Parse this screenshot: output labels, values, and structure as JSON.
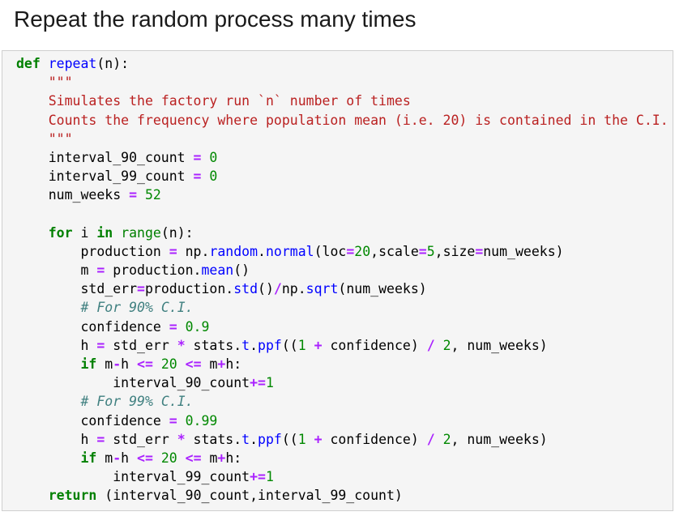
{
  "title": "Repeat the random process many times",
  "palette": {
    "title-color": "#1a1a1a",
    "block-bg": "#f5f5f5",
    "border-color": "#cfcfcf",
    "kw": "#008000",
    "bi": "#008000",
    "fn": "#0000ff",
    "str": "#ba2121",
    "com": "#408080",
    "num": "#008800",
    "op": "#aa22ff",
    "pl": "#000000"
  },
  "code": {
    "language": "python",
    "lines": [
      [
        {
          "c": "kw",
          "t": "def"
        },
        {
          "c": "pl",
          "t": " "
        },
        {
          "c": "fn",
          "t": "repeat"
        },
        {
          "c": "pl",
          "t": "(n):"
        }
      ],
      [
        {
          "c": "pl",
          "t": "    "
        },
        {
          "c": "str",
          "t": "\"\"\""
        }
      ],
      [
        {
          "c": "pl",
          "t": "    "
        },
        {
          "c": "str",
          "t": "Simulates the factory run `n` number of times"
        }
      ],
      [
        {
          "c": "pl",
          "t": "    "
        },
        {
          "c": "str",
          "t": "Counts the frequency where population mean (i.e. 20) is contained in the C.I."
        }
      ],
      [
        {
          "c": "pl",
          "t": "    "
        },
        {
          "c": "str",
          "t": "\"\"\""
        }
      ],
      [
        {
          "c": "pl",
          "t": "    interval_90_count "
        },
        {
          "c": "op",
          "t": "="
        },
        {
          "c": "pl",
          "t": " "
        },
        {
          "c": "num",
          "t": "0"
        }
      ],
      [
        {
          "c": "pl",
          "t": "    interval_99_count "
        },
        {
          "c": "op",
          "t": "="
        },
        {
          "c": "pl",
          "t": " "
        },
        {
          "c": "num",
          "t": "0"
        }
      ],
      [
        {
          "c": "pl",
          "t": "    num_weeks "
        },
        {
          "c": "op",
          "t": "="
        },
        {
          "c": "pl",
          "t": " "
        },
        {
          "c": "num",
          "t": "52"
        }
      ],
      [],
      [
        {
          "c": "pl",
          "t": "    "
        },
        {
          "c": "kw",
          "t": "for"
        },
        {
          "c": "pl",
          "t": " i "
        },
        {
          "c": "kw",
          "t": "in"
        },
        {
          "c": "pl",
          "t": " "
        },
        {
          "c": "bi",
          "t": "range"
        },
        {
          "c": "pl",
          "t": "(n):"
        }
      ],
      [
        {
          "c": "pl",
          "t": "        production "
        },
        {
          "c": "op",
          "t": "="
        },
        {
          "c": "pl",
          "t": " np."
        },
        {
          "c": "fn",
          "t": "random"
        },
        {
          "c": "pl",
          "t": "."
        },
        {
          "c": "fn",
          "t": "normal"
        },
        {
          "c": "pl",
          "t": "(loc"
        },
        {
          "c": "op",
          "t": "="
        },
        {
          "c": "num",
          "t": "20"
        },
        {
          "c": "pl",
          "t": ",scale"
        },
        {
          "c": "op",
          "t": "="
        },
        {
          "c": "num",
          "t": "5"
        },
        {
          "c": "pl",
          "t": ",size"
        },
        {
          "c": "op",
          "t": "="
        },
        {
          "c": "pl",
          "t": "num_weeks)"
        }
      ],
      [
        {
          "c": "pl",
          "t": "        m "
        },
        {
          "c": "op",
          "t": "="
        },
        {
          "c": "pl",
          "t": " production."
        },
        {
          "c": "fn",
          "t": "mean"
        },
        {
          "c": "pl",
          "t": "()"
        }
      ],
      [
        {
          "c": "pl",
          "t": "        std_err"
        },
        {
          "c": "op",
          "t": "="
        },
        {
          "c": "pl",
          "t": "production."
        },
        {
          "c": "fn",
          "t": "std"
        },
        {
          "c": "pl",
          "t": "()"
        },
        {
          "c": "op",
          "t": "/"
        },
        {
          "c": "pl",
          "t": "np."
        },
        {
          "c": "fn",
          "t": "sqrt"
        },
        {
          "c": "pl",
          "t": "(num_weeks)"
        }
      ],
      [
        {
          "c": "pl",
          "t": "        "
        },
        {
          "c": "com",
          "t": "# For 90% C.I."
        }
      ],
      [
        {
          "c": "pl",
          "t": "        confidence "
        },
        {
          "c": "op",
          "t": "="
        },
        {
          "c": "pl",
          "t": " "
        },
        {
          "c": "num",
          "t": "0.9"
        }
      ],
      [
        {
          "c": "pl",
          "t": "        h "
        },
        {
          "c": "op",
          "t": "="
        },
        {
          "c": "pl",
          "t": " std_err "
        },
        {
          "c": "op",
          "t": "*"
        },
        {
          "c": "pl",
          "t": " stats."
        },
        {
          "c": "fn",
          "t": "t"
        },
        {
          "c": "pl",
          "t": "."
        },
        {
          "c": "fn",
          "t": "ppf"
        },
        {
          "c": "pl",
          "t": "(("
        },
        {
          "c": "num",
          "t": "1"
        },
        {
          "c": "pl",
          "t": " "
        },
        {
          "c": "op",
          "t": "+"
        },
        {
          "c": "pl",
          "t": " confidence) "
        },
        {
          "c": "op",
          "t": "/"
        },
        {
          "c": "pl",
          "t": " "
        },
        {
          "c": "num",
          "t": "2"
        },
        {
          "c": "pl",
          "t": ", num_weeks)"
        }
      ],
      [
        {
          "c": "pl",
          "t": "        "
        },
        {
          "c": "kw",
          "t": "if"
        },
        {
          "c": "pl",
          "t": " m"
        },
        {
          "c": "op",
          "t": "-"
        },
        {
          "c": "pl",
          "t": "h "
        },
        {
          "c": "op",
          "t": "<="
        },
        {
          "c": "pl",
          "t": " "
        },
        {
          "c": "num",
          "t": "20"
        },
        {
          "c": "pl",
          "t": " "
        },
        {
          "c": "op",
          "t": "<="
        },
        {
          "c": "pl",
          "t": " m"
        },
        {
          "c": "op",
          "t": "+"
        },
        {
          "c": "pl",
          "t": "h:"
        }
      ],
      [
        {
          "c": "pl",
          "t": "            interval_90_count"
        },
        {
          "c": "op",
          "t": "+="
        },
        {
          "c": "num",
          "t": "1"
        }
      ],
      [
        {
          "c": "pl",
          "t": "        "
        },
        {
          "c": "com",
          "t": "# For 99% C.I."
        }
      ],
      [
        {
          "c": "pl",
          "t": "        confidence "
        },
        {
          "c": "op",
          "t": "="
        },
        {
          "c": "pl",
          "t": " "
        },
        {
          "c": "num",
          "t": "0.99"
        }
      ],
      [
        {
          "c": "pl",
          "t": "        h "
        },
        {
          "c": "op",
          "t": "="
        },
        {
          "c": "pl",
          "t": " std_err "
        },
        {
          "c": "op",
          "t": "*"
        },
        {
          "c": "pl",
          "t": " stats."
        },
        {
          "c": "fn",
          "t": "t"
        },
        {
          "c": "pl",
          "t": "."
        },
        {
          "c": "fn",
          "t": "ppf"
        },
        {
          "c": "pl",
          "t": "(("
        },
        {
          "c": "num",
          "t": "1"
        },
        {
          "c": "pl",
          "t": " "
        },
        {
          "c": "op",
          "t": "+"
        },
        {
          "c": "pl",
          "t": " confidence) "
        },
        {
          "c": "op",
          "t": "/"
        },
        {
          "c": "pl",
          "t": " "
        },
        {
          "c": "num",
          "t": "2"
        },
        {
          "c": "pl",
          "t": ", num_weeks)"
        }
      ],
      [
        {
          "c": "pl",
          "t": "        "
        },
        {
          "c": "kw",
          "t": "if"
        },
        {
          "c": "pl",
          "t": " m"
        },
        {
          "c": "op",
          "t": "-"
        },
        {
          "c": "pl",
          "t": "h "
        },
        {
          "c": "op",
          "t": "<="
        },
        {
          "c": "pl",
          "t": " "
        },
        {
          "c": "num",
          "t": "20"
        },
        {
          "c": "pl",
          "t": " "
        },
        {
          "c": "op",
          "t": "<="
        },
        {
          "c": "pl",
          "t": " m"
        },
        {
          "c": "op",
          "t": "+"
        },
        {
          "c": "pl",
          "t": "h:"
        }
      ],
      [
        {
          "c": "pl",
          "t": "            interval_99_count"
        },
        {
          "c": "op",
          "t": "+="
        },
        {
          "c": "num",
          "t": "1"
        }
      ],
      [
        {
          "c": "pl",
          "t": "    "
        },
        {
          "c": "kw",
          "t": "return"
        },
        {
          "c": "pl",
          "t": " (interval_90_count,interval_99_count)"
        }
      ]
    ]
  }
}
